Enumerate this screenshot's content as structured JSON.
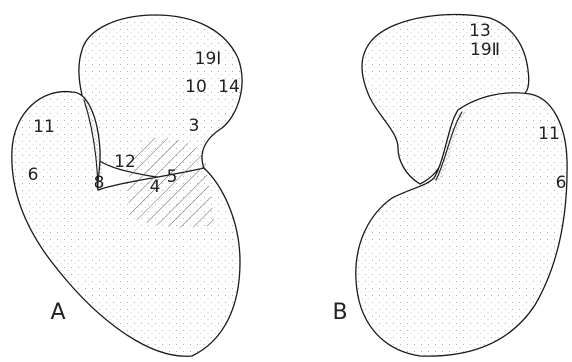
{
  "panels": {
    "a": {
      "letter": "A",
      "labels": [
        "19Ⅰ",
        "10",
        "14",
        "11",
        "3",
        "6",
        "12",
        "8",
        "4",
        "5"
      ]
    },
    "b": {
      "letter": "B",
      "labels": [
        "13",
        "19Ⅱ",
        "11",
        "6"
      ]
    }
  },
  "colors": {
    "ink": "#1a1a1a",
    "paper": "#ffffff",
    "hatch": "#555555"
  }
}
